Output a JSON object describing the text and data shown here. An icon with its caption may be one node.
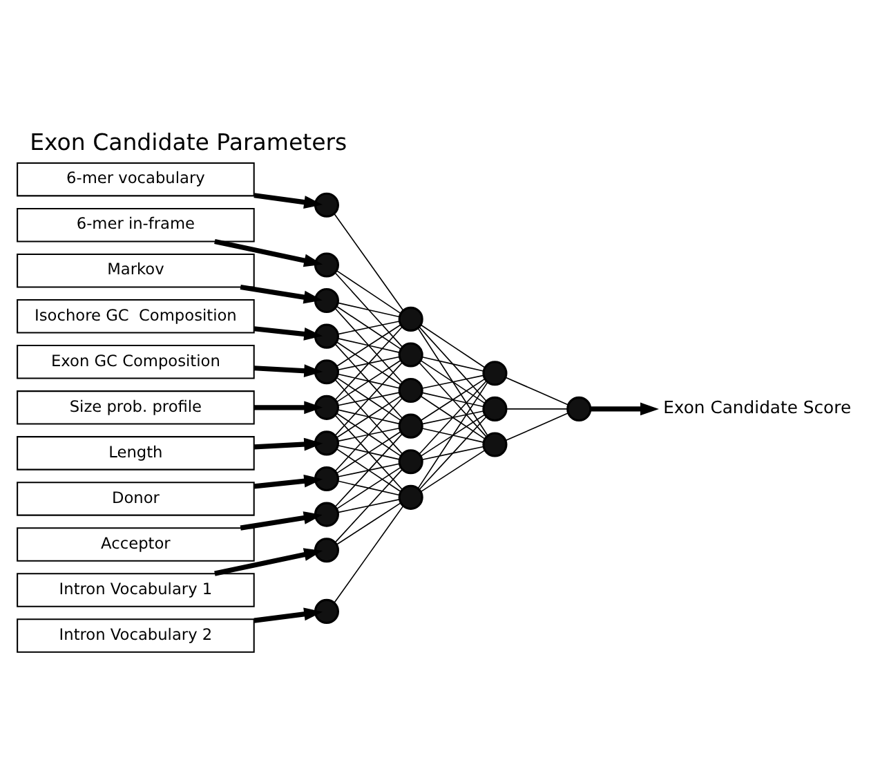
{
  "diagram": {
    "title": "Exon Candidate Parameters",
    "nodes": [
      {
        "text": [
          "6-mer vocabulary"
        ]
      },
      {
        "text": [
          "6-mer in-frame"
        ]
      },
      {
        "text": [
          "Markov"
        ]
      },
      {
        "text": [
          "Isochore GC  Composition"
        ]
      },
      {
        "text": [
          "Exon GC Composition"
        ]
      },
      {
        "text": [
          "Size prob. profile"
        ]
      },
      {
        "text": [
          "Length"
        ]
      },
      {
        "text": [
          "Donor"
        ]
      },
      {
        "text": [
          "Acceptor"
        ]
      },
      {
        "text": [
          "Intron Vocabulary 1"
        ]
      },
      {
        "text": [
          "Intron Vocabulary 2"
        ]
      },
      {
        "text": [],
        "shape": "circle"
      },
      {
        "text": [],
        "shape": "circle"
      },
      {
        "text": [],
        "shape": "circle"
      },
      {
        "text": [],
        "shape": "circle"
      },
      {
        "text": [],
        "shape": "circle"
      },
      {
        "text": [],
        "shape": "circle"
      },
      {
        "text": [],
        "shape": "circle"
      },
      {
        "text": [],
        "shape": "circle"
      },
      {
        "text": [],
        "shape": "circle"
      },
      {
        "text": [],
        "shape": "circle"
      },
      {
        "text": [],
        "shape": "circle"
      },
      {
        "text": [],
        "shape": "circle"
      },
      {
        "text": [],
        "shape": "circle"
      },
      {
        "text": [],
        "shape": "circle"
      },
      {
        "text": [],
        "shape": "circle"
      },
      {
        "text": [],
        "shape": "circle"
      },
      {
        "text": [],
        "shape": "circle"
      },
      {
        "text": [],
        "shape": "circle"
      },
      {
        "text": [],
        "shape": "circle"
      },
      {
        "text": [],
        "shape": "circle"
      },
      {
        "text": [],
        "shape": "circle"
      },
      {
        "text": [
          "Exon Candidate Score"
        ]
      }
    ],
    "edges": [
      {
        "from": 0,
        "to": 11,
        "arrow": "to",
        "style": "thick"
      },
      {
        "from": 1,
        "to": 12,
        "arrow": "to",
        "style": "thick"
      },
      {
        "from": 2,
        "to": 13,
        "arrow": "to",
        "style": "thick"
      },
      {
        "from": 3,
        "to": 14,
        "arrow": "to",
        "style": "thick"
      },
      {
        "from": 4,
        "to": 15,
        "arrow": "to",
        "style": "thick"
      },
      {
        "from": 5,
        "to": 16,
        "arrow": "to",
        "style": "thick"
      },
      {
        "from": 6,
        "to": 17,
        "arrow": "to",
        "style": "thick"
      },
      {
        "from": 7,
        "to": 18,
        "arrow": "to",
        "style": "thick"
      },
      {
        "from": 8,
        "to": 19,
        "arrow": "to",
        "style": "thick"
      },
      {
        "from": 9,
        "to": 20,
        "arrow": "to",
        "style": "thick"
      },
      {
        "from": 10,
        "to": 21,
        "arrow": "to",
        "style": "thick"
      },
      {
        "from": 11,
        "to": 22,
        "arrow": "none"
      },
      {
        "from": 12,
        "to": 22,
        "arrow": "none"
      },
      {
        "from": 12,
        "to": 23,
        "arrow": "none"
      },
      {
        "from": 13,
        "to": 22,
        "arrow": "none"
      },
      {
        "from": 13,
        "to": 23,
        "arrow": "none"
      },
      {
        "from": 13,
        "to": 24,
        "arrow": "none"
      },
      {
        "from": 14,
        "to": 22,
        "arrow": "none"
      },
      {
        "from": 14,
        "to": 23,
        "arrow": "none"
      },
      {
        "from": 14,
        "to": 24,
        "arrow": "none"
      },
      {
        "from": 14,
        "to": 25,
        "arrow": "none"
      },
      {
        "from": 15,
        "to": 22,
        "arrow": "none"
      },
      {
        "from": 15,
        "to": 23,
        "arrow": "none"
      },
      {
        "from": 15,
        "to": 24,
        "arrow": "none"
      },
      {
        "from": 15,
        "to": 25,
        "arrow": "none"
      },
      {
        "from": 15,
        "to": 26,
        "arrow": "none"
      },
      {
        "from": 16,
        "to": 22,
        "arrow": "none"
      },
      {
        "from": 16,
        "to": 23,
        "arrow": "none"
      },
      {
        "from": 16,
        "to": 24,
        "arrow": "none"
      },
      {
        "from": 16,
        "to": 25,
        "arrow": "none"
      },
      {
        "from": 16,
        "to": 26,
        "arrow": "none"
      },
      {
        "from": 16,
        "to": 27,
        "arrow": "none"
      },
      {
        "from": 17,
        "to": 23,
        "arrow": "none"
      },
      {
        "from": 17,
        "to": 24,
        "arrow": "none"
      },
      {
        "from": 17,
        "to": 25,
        "arrow": "none"
      },
      {
        "from": 17,
        "to": 26,
        "arrow": "none"
      },
      {
        "from": 17,
        "to": 27,
        "arrow": "none"
      },
      {
        "from": 18,
        "to": 24,
        "arrow": "none"
      },
      {
        "from": 18,
        "to": 25,
        "arrow": "none"
      },
      {
        "from": 18,
        "to": 26,
        "arrow": "none"
      },
      {
        "from": 18,
        "to": 27,
        "arrow": "none"
      },
      {
        "from": 19,
        "to": 25,
        "arrow": "none"
      },
      {
        "from": 19,
        "to": 26,
        "arrow": "none"
      },
      {
        "from": 19,
        "to": 27,
        "arrow": "none"
      },
      {
        "from": 20,
        "to": 26,
        "arrow": "none"
      },
      {
        "from": 20,
        "to": 27,
        "arrow": "none"
      },
      {
        "from": 21,
        "to": 27,
        "arrow": "none"
      },
      {
        "from": 22,
        "to": 28,
        "arrow": "none"
      },
      {
        "from": 22,
        "to": 29,
        "arrow": "none"
      },
      {
        "from": 22,
        "to": 30,
        "arrow": "none"
      },
      {
        "from": 23,
        "to": 28,
        "arrow": "none"
      },
      {
        "from": 23,
        "to": 29,
        "arrow": "none"
      },
      {
        "from": 23,
        "to": 30,
        "arrow": "none"
      },
      {
        "from": 24,
        "to": 28,
        "arrow": "none"
      },
      {
        "from": 24,
        "to": 29,
        "arrow": "none"
      },
      {
        "from": 24,
        "to": 30,
        "arrow": "none"
      },
      {
        "from": 25,
        "to": 28,
        "arrow": "none"
      },
      {
        "from": 25,
        "to": 29,
        "arrow": "none"
      },
      {
        "from": 25,
        "to": 30,
        "arrow": "none"
      },
      {
        "from": 26,
        "to": 28,
        "arrow": "none"
      },
      {
        "from": 26,
        "to": 29,
        "arrow": "none"
      },
      {
        "from": 26,
        "to": 30,
        "arrow": "none"
      },
      {
        "from": 27,
        "to": 28,
        "arrow": "none"
      },
      {
        "from": 27,
        "to": 29,
        "arrow": "none"
      },
      {
        "from": 27,
        "to": 30,
        "arrow": "none"
      },
      {
        "from": 28,
        "to": 31,
        "arrow": "none"
      },
      {
        "from": 29,
        "to": 31,
        "arrow": "none"
      },
      {
        "from": 30,
        "to": 31,
        "arrow": "none"
      },
      {
        "from": 31,
        "to": 32,
        "arrow": "to",
        "style": "thick"
      }
    ]
  }
}
